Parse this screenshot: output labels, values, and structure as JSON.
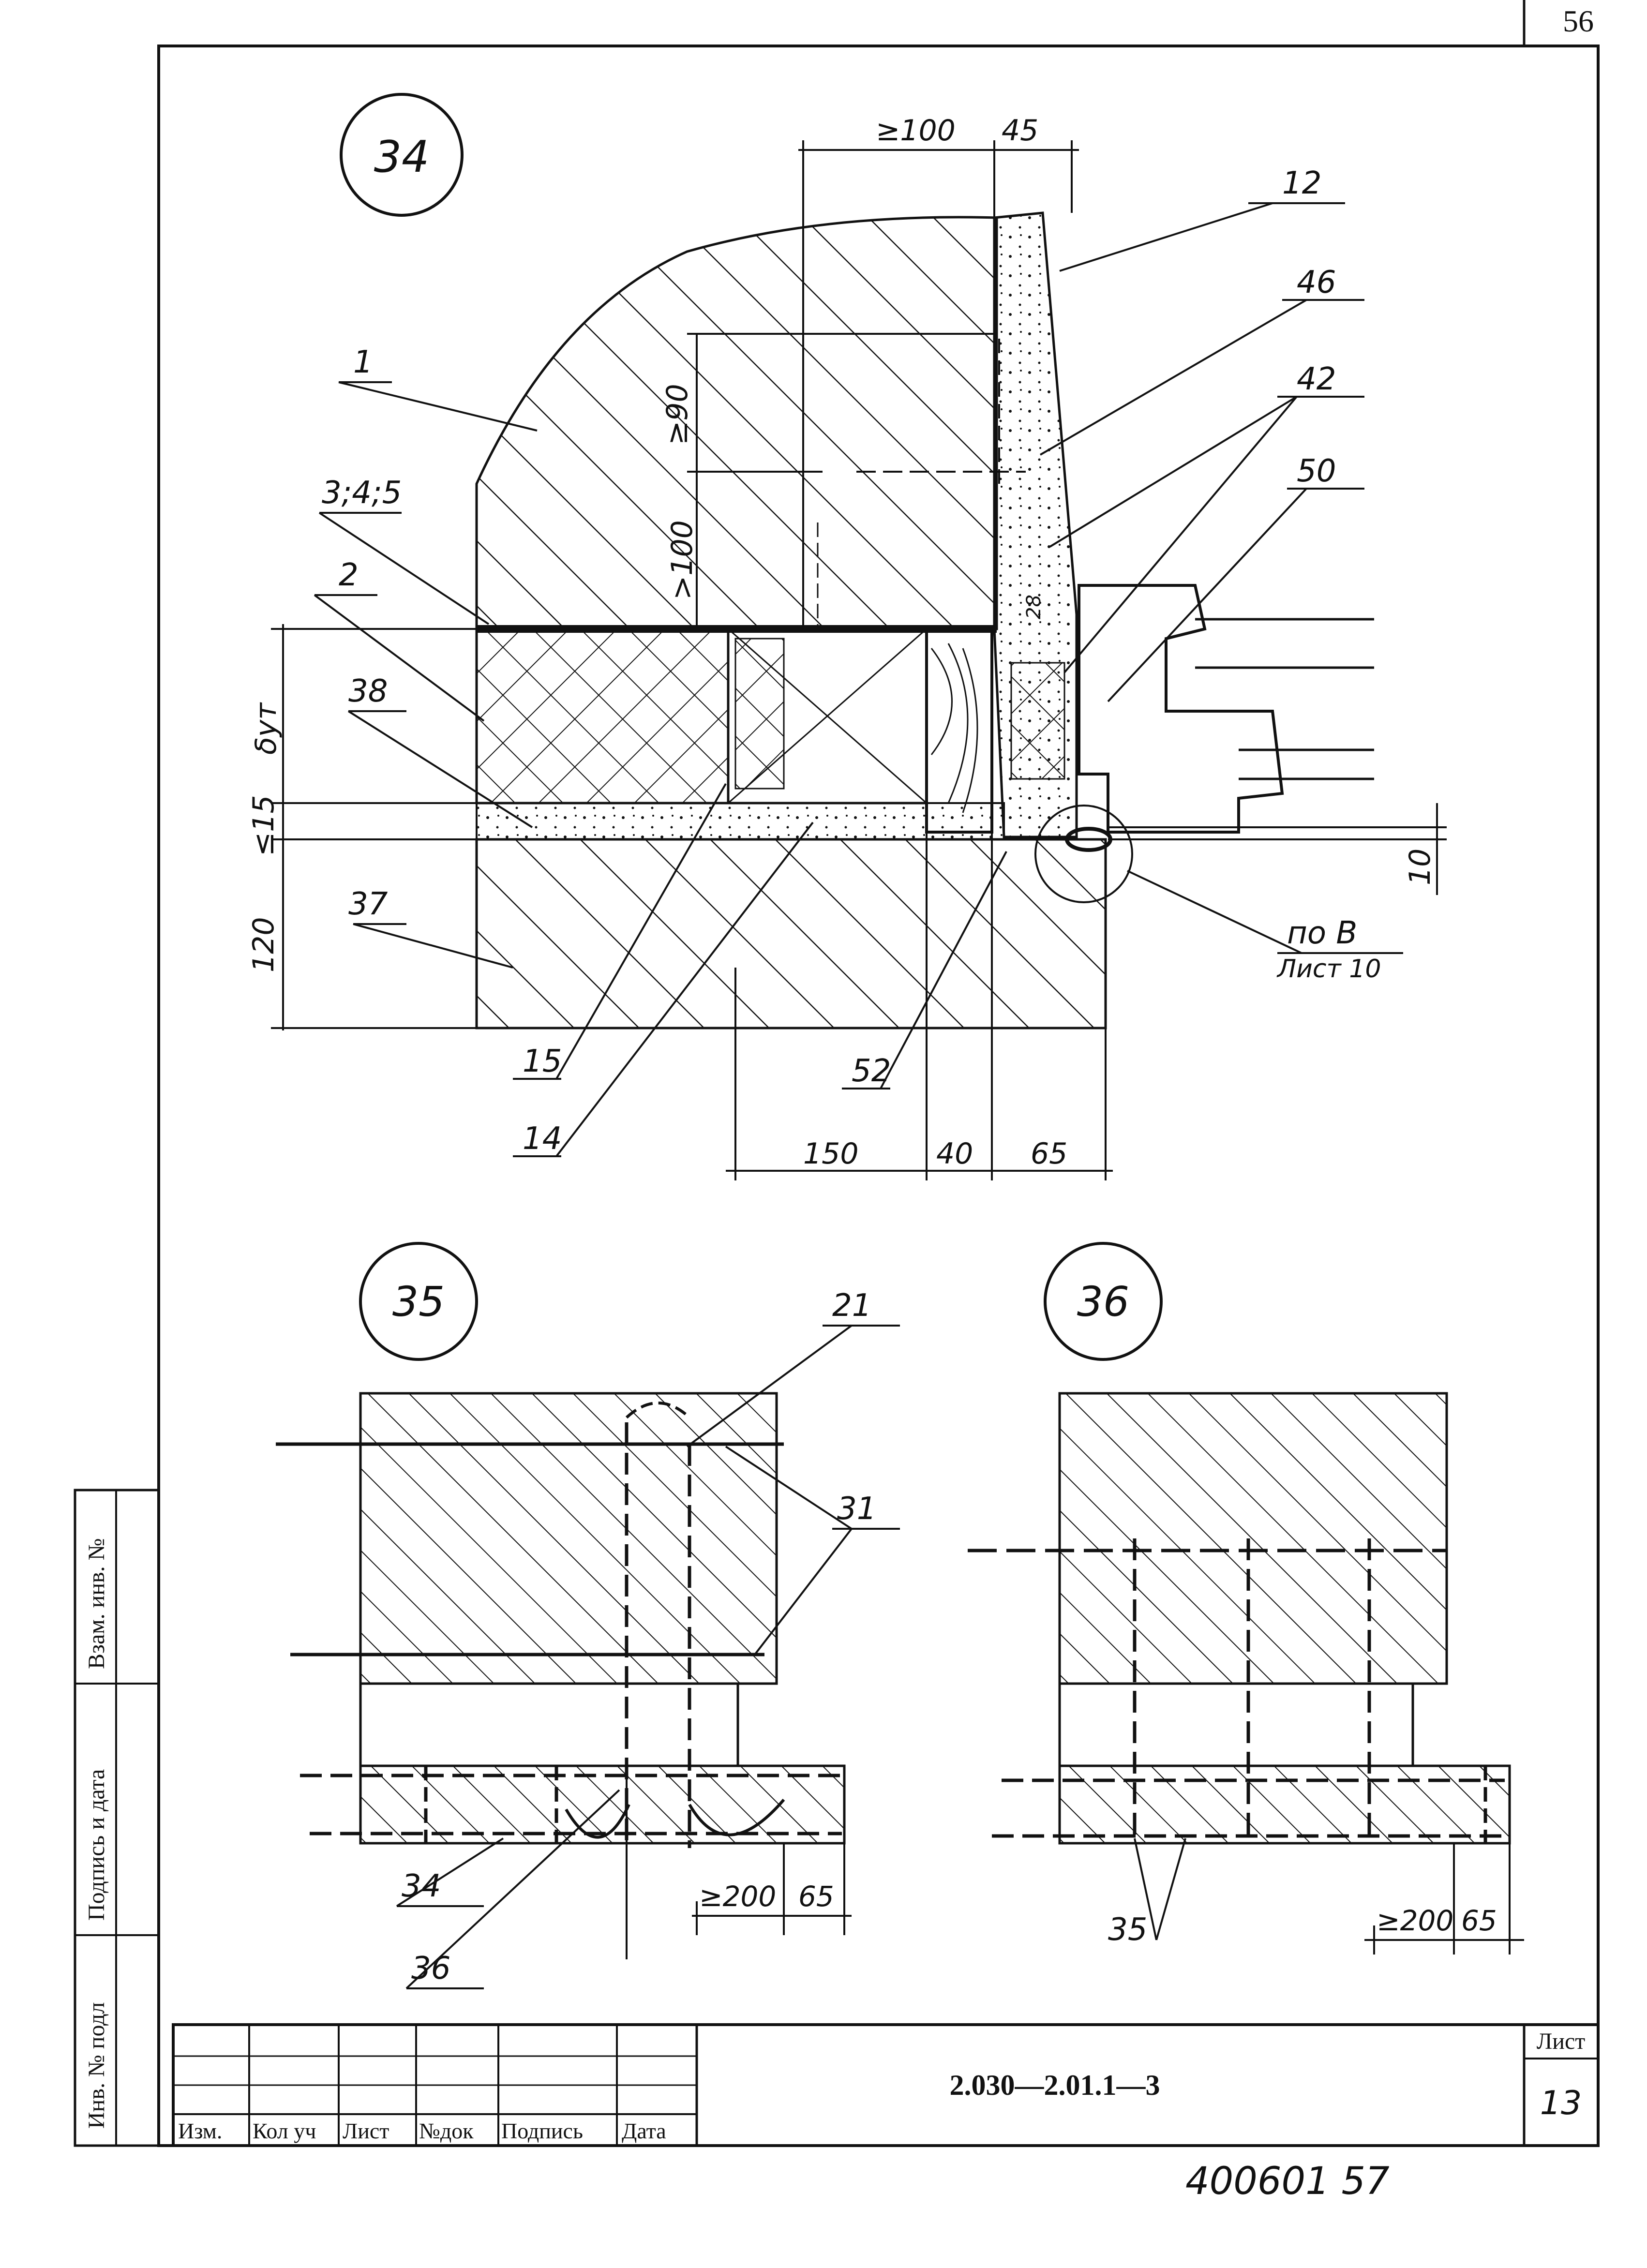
{
  "page_number": "56",
  "details": [
    {
      "id": "34",
      "label": "34"
    },
    {
      "id": "35",
      "label": "35"
    },
    {
      "id": "36",
      "label": "36"
    }
  ],
  "detail34": {
    "callouts": [
      "12",
      "46",
      "42",
      "50",
      "1",
      "3;4;5",
      "2",
      "38",
      "37",
      "15",
      "14",
      "52"
    ],
    "ref_line1": "по В",
    "ref_line2": "Лист 10",
    "dims": {
      "top_left": "≥100",
      "top_right": "45",
      "v_90": "≥90",
      "v_100": ">100",
      "v_thickness": "δут",
      "v_15": "≤15",
      "v_120": "120",
      "v_10": "10",
      "v_28": "28",
      "bottom_150": "150",
      "bottom_40": "40",
      "bottom_65": "65"
    }
  },
  "detail35": {
    "callouts": [
      "21",
      "31",
      "34",
      "36"
    ],
    "dim_200": "≥200",
    "dim_65": "65"
  },
  "detail36": {
    "callouts": [
      "35"
    ],
    "dim_200": "≥200",
    "dim_65": "65"
  },
  "side_stamp": {
    "inv_no_orig": "Инв. № подл",
    "sign_date": "Подпись и дата",
    "inv_no_repl": "Взам. инв. №"
  },
  "title_block": {
    "headers": [
      "Изм.",
      "Кол уч",
      "Лист",
      "№док",
      "Подпись",
      "Дата"
    ],
    "code": "2.030—2.01.1—3",
    "sheet_label": "Лист",
    "sheet_number": "13"
  },
  "archive_number": "400601 57"
}
